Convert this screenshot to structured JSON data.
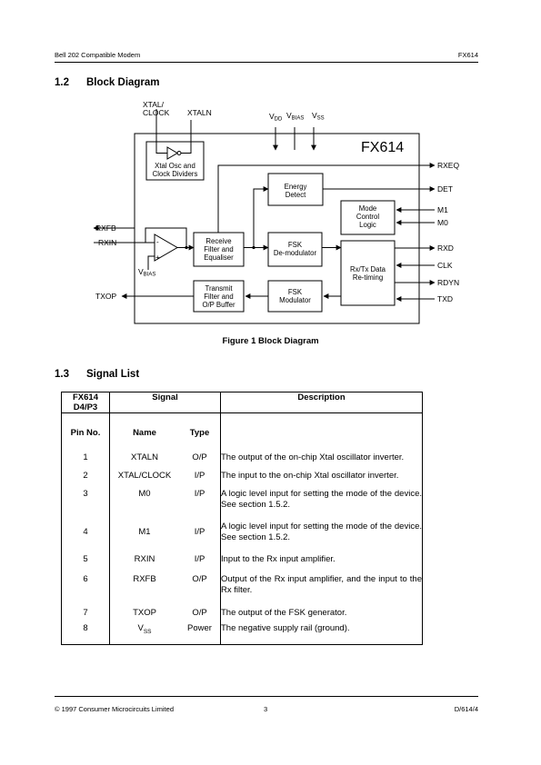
{
  "header": {
    "left": "Bell 202 Compatible Modem",
    "right": "FX614"
  },
  "section_1_2": {
    "number": "1.2",
    "title": "Block Diagram"
  },
  "diagram": {
    "chip_name": "FX614",
    "top_pins": {
      "xtal_line1": "XTAL/",
      "xtal_line2": "CLOCK",
      "xtaln": "XTALN",
      "vdd": "V",
      "vdd_sub": "DD",
      "vbias": "V",
      "vbias_sub": "BIAS",
      "vss": "V",
      "vss_sub": "SS"
    },
    "blocks": {
      "xtal_osc": [
        "Xtal Osc and",
        "Clock Dividers"
      ],
      "energy": [
        "Energy",
        "Detect"
      ],
      "mode": [
        "Mode",
        "Control",
        "Logic"
      ],
      "receive": [
        "Receive",
        "Filter and",
        "Equaliser"
      ],
      "fsk_demod": [
        "FSK",
        "De-modulator"
      ],
      "rxtx": [
        "Rx/Tx Data",
        "Re-timing"
      ],
      "transmit": [
        "Transmit",
        "Filter and",
        "O/P Buffer"
      ],
      "fsk_mod": [
        "FSK",
        "Modulator"
      ]
    },
    "left_pins": {
      "rxfb": "RXFB",
      "rxin": "RXIN",
      "txop": "TXOP",
      "vbias": "V",
      "vbias_sub": "BIAS"
    },
    "right_pins": {
      "rxeq": "RXEQ",
      "det": "DET",
      "m1": "M1",
      "m0": "M0",
      "rxd": "RXD",
      "clk": "CLK",
      "rdyn": "RDYN",
      "txd": "TXD"
    },
    "opamp_minus": "-",
    "opamp_plus": "+"
  },
  "figure_caption": "Figure 1 Block Diagram",
  "section_1_3": {
    "number": "1.3",
    "title": "Signal List"
  },
  "signal_table": {
    "header": {
      "package_line1": "FX614",
      "package_line2": "D4/P3",
      "signal": "Signal",
      "description": "Description"
    },
    "subheader": {
      "pin": "Pin No.",
      "name": "Name",
      "type": "Type"
    },
    "rows": [
      {
        "pin": "1",
        "name": "XTALN",
        "type": "O/P",
        "description": "The output of the on-chip Xtal oscillator inverter."
      },
      {
        "pin": "2",
        "name": "XTAL/CLOCK",
        "type": "I/P",
        "description": "The input to the on-chip Xtal oscillator inverter."
      },
      {
        "pin": "3",
        "name": "M0",
        "type": "I/P",
        "description": "A logic level input for setting the mode of the device. See section 1.5.2."
      },
      {
        "pin": "4",
        "name": "M1",
        "type": "I/P",
        "description": "A logic level input for setting the mode of the device. See section 1.5.2."
      },
      {
        "pin": "5",
        "name": "RXIN",
        "type": "I/P",
        "description": "Input to the Rx input amplifier."
      },
      {
        "pin": "6",
        "name": "RXFB",
        "type": "O/P",
        "description": "Output of the Rx input amplifier, and the input to the Rx filter."
      },
      {
        "pin": "7",
        "name": "TXOP",
        "type": "O/P",
        "description": "The output of the FSK generator."
      },
      {
        "pin": "8",
        "name": "V",
        "name_sub": "SS",
        "type": "Power",
        "description": "The negative supply rail (ground)."
      }
    ]
  },
  "footer": {
    "left": "© 1997 Consumer Microcircuits Limited",
    "center": "3",
    "right": "D/614/4"
  }
}
